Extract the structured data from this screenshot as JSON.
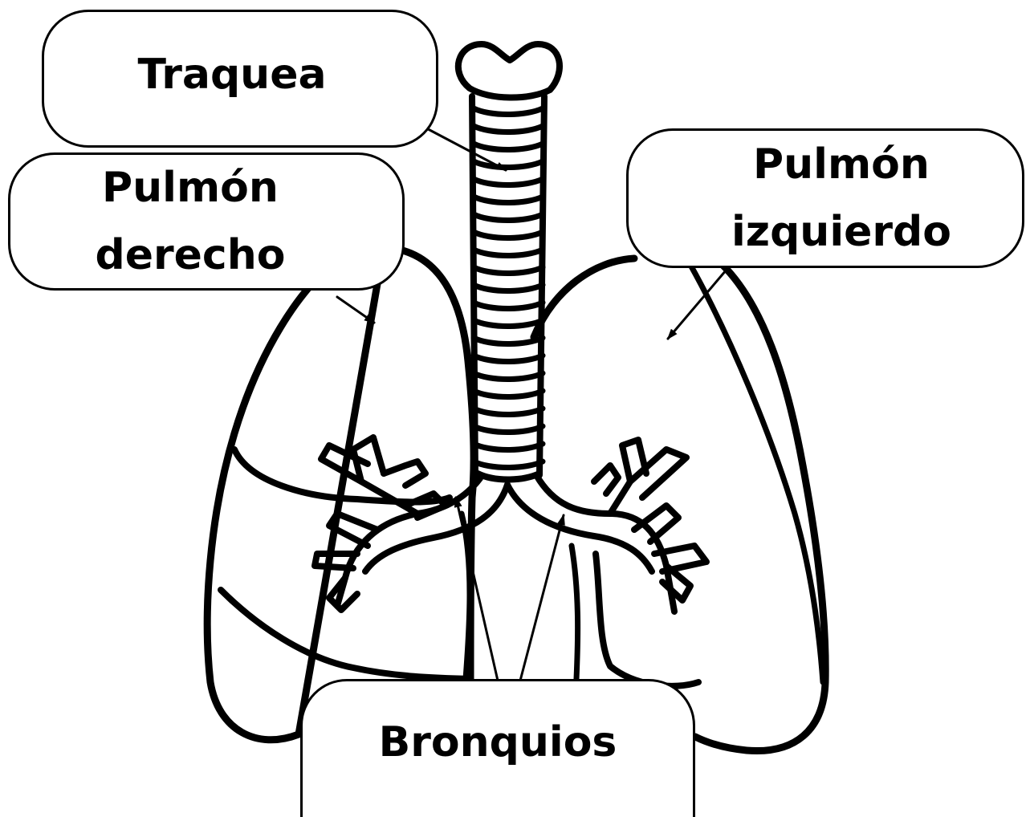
{
  "labels": {
    "traquea": "Traquea",
    "pulmon_derecho": "Pulmón\nderecho",
    "pulmon_izquierdo": "Pulmón\nizquierdo",
    "bronquios": "Bronquios"
  },
  "colors": {
    "stroke": "#000000",
    "background": "#ffffff"
  }
}
